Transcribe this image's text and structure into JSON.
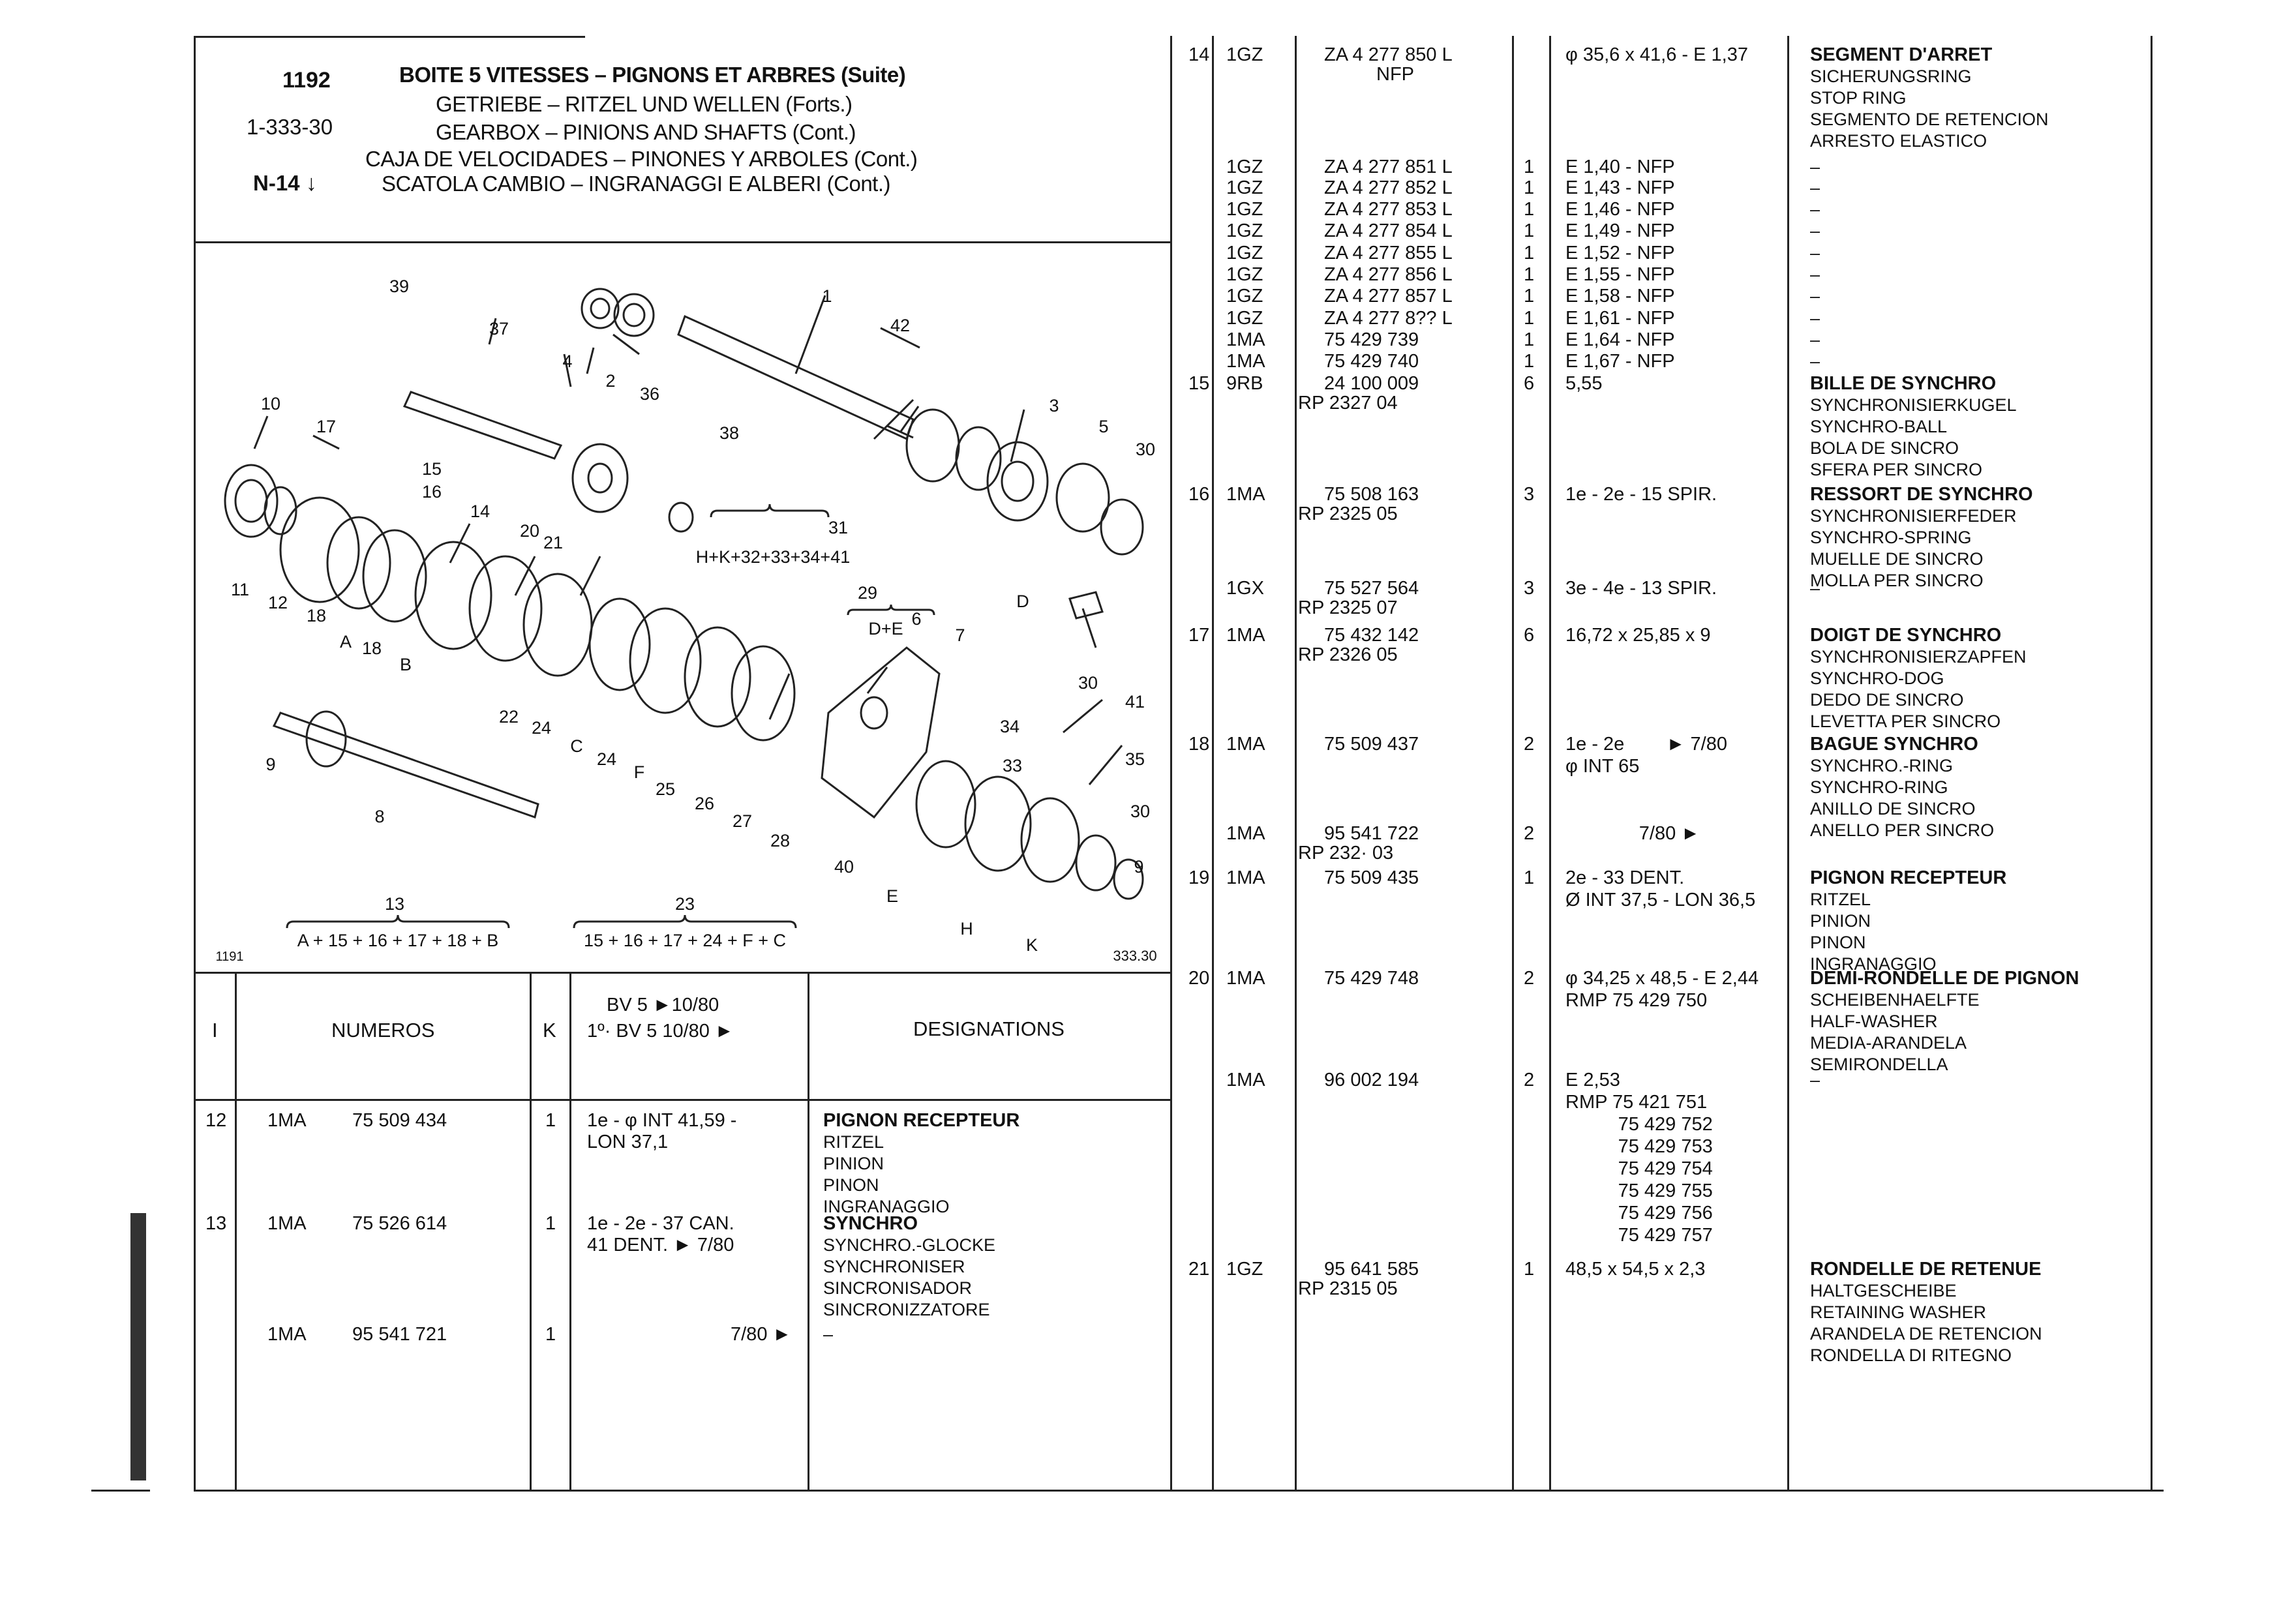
{
  "header": {
    "page_number": "1192",
    "ref": "1-333-30",
    "code": "N-14",
    "titles": [
      "BOITE 5 VITESSES – PIGNONS ET ARBRES (Suite)",
      "GETRIEBE – RITZEL UND WELLEN (Forts.)",
      "GEARBOX – PINIONS AND SHAFTS (Cont.)",
      "CAJA DE VELOCIDADES – PINONES Y ARBOLES (Cont.)",
      "SCATOLA CAMBIO – INGRANAGGI E ALBERI (Cont.)"
    ]
  },
  "diagram": {
    "callouts": [
      "39",
      "37",
      "4",
      "2",
      "1",
      "42",
      "10",
      "17",
      "15",
      "16",
      "36",
      "38",
      "3",
      "5",
      "30",
      "14",
      "20",
      "21",
      "31",
      "11",
      "12",
      "18",
      "A",
      "18",
      "B",
      "22",
      "24",
      "C",
      "24",
      "F",
      "25",
      "26",
      "27",
      "28",
      "29",
      "6",
      "7",
      "D",
      "30",
      "41",
      "34",
      "33",
      "35",
      "30",
      "9",
      "8",
      "9",
      "40",
      "E",
      "H",
      "K"
    ],
    "group_31": "H+K+32+33+34+41",
    "group_29": "D+E",
    "group_13_num": "13",
    "group_13": "A + 15 + 16 + 17 + 18 + B",
    "group_23_num": "23",
    "group_23": "15 + 16 + 17 + 24 + F + C",
    "corner_left": "1191",
    "corner_right": "333.30"
  },
  "table_header": {
    "col_i": "I",
    "col_numeros": "NUMEROS",
    "col_k": "K",
    "col_bv_line1": "BV 5 ►10/80",
    "col_bv_line2": "1º· BV 5 10/80 ►",
    "col_designations": "DESIGNATIONS"
  },
  "left_rows": [
    {
      "i": "12",
      "code": "1MA",
      "num": "75 509 434",
      "k": "1",
      "spec": [
        "1e - φ INT 41,59 -",
        "LON 37,1"
      ],
      "des": [
        "PIGNON RECEPTEUR",
        "RITZEL",
        "PINION",
        "PINON",
        "INGRANAGGIO"
      ]
    },
    {
      "i": "13",
      "code": "1MA",
      "num": "75 526 614",
      "k": "1",
      "spec": [
        "1e - 2e - 37 CAN.",
        "41 DENT.    ► 7/80"
      ],
      "des": [
        "SYNCHRO",
        "SYNCHRO.-GLOCKE",
        "SYNCHRONISER",
        "SINCRONISADOR",
        "SINCRONIZZATORE"
      ]
    },
    {
      "i": "",
      "code": "1MA",
      "num": "95 541 721",
      "k": "1",
      "spec": [
        "7/80 ►"
      ],
      "des": [
        "–"
      ]
    }
  ],
  "right_rows": [
    {
      "i": "14",
      "code": "1GZ",
      "num": [
        "ZA 4 277 850 L",
        "NFP"
      ],
      "k": "",
      "spec": [
        "φ 35,6 x 41,6 - E 1,37"
      ],
      "des": [
        "SEGMENT D'ARRET",
        "SICHERUNGSRING",
        "STOP RING",
        "SEGMENTO DE RETENCION",
        "ARRESTO ELASTICO"
      ]
    },
    {
      "i": "",
      "code": "1GZ",
      "num": [
        "ZA 4 277 851 L"
      ],
      "k": "1",
      "spec": [
        "E 1,40 - NFP"
      ],
      "des": [
        "–"
      ]
    },
    {
      "i": "",
      "code": "1GZ",
      "num": [
        "ZA 4 277 852 L"
      ],
      "k": "1",
      "spec": [
        "E 1,43 - NFP"
      ],
      "des": [
        "–"
      ]
    },
    {
      "i": "",
      "code": "1GZ",
      "num": [
        "ZA 4 277 853 L"
      ],
      "k": "1",
      "spec": [
        "E 1,46 - NFP"
      ],
      "des": [
        "–"
      ]
    },
    {
      "i": "",
      "code": "1GZ",
      "num": [
        "ZA 4 277 854 L"
      ],
      "k": "1",
      "spec": [
        "E 1,49 - NFP"
      ],
      "des": [
        "–"
      ]
    },
    {
      "i": "",
      "code": "1GZ",
      "num": [
        "ZA 4 277 855 L"
      ],
      "k": "1",
      "spec": [
        "E 1,52 - NFP"
      ],
      "des": [
        "–"
      ]
    },
    {
      "i": "",
      "code": "1GZ",
      "num": [
        "ZA 4 277 856 L"
      ],
      "k": "1",
      "spec": [
        "E 1,55 - NFP"
      ],
      "des": [
        "–"
      ]
    },
    {
      "i": "",
      "code": "1GZ",
      "num": [
        "ZA 4 277 857 L"
      ],
      "k": "1",
      "spec": [
        "E 1,58 - NFP"
      ],
      "des": [
        "–"
      ]
    },
    {
      "i": "",
      "code": "1GZ",
      "num": [
        "ZA 4 277 8?? L"
      ],
      "k": "1",
      "spec": [
        "E 1,61 - NFP"
      ],
      "des": [
        "–"
      ]
    },
    {
      "i": "",
      "code": "1MA",
      "num": [
        "75 429 739"
      ],
      "k": "1",
      "spec": [
        "E 1,64 - NFP"
      ],
      "des": [
        "–"
      ]
    },
    {
      "i": "",
      "code": "1MA",
      "num": [
        "75 429 740"
      ],
      "k": "1",
      "spec": [
        "E 1,67 - NFP"
      ],
      "des": [
        "–"
      ]
    },
    {
      "i": "15",
      "code": "9RB",
      "num": [
        "24 100 009",
        "RP 2327 04"
      ],
      "k": "6",
      "spec": [
        "5,55"
      ],
      "des": [
        "BILLE DE SYNCHRO",
        "SYNCHRONISIERKUGEL",
        "SYNCHRO-BALL",
        "BOLA DE SINCRO",
        "SFERA PER SINCRO"
      ]
    },
    {
      "i": "16",
      "code": "1MA",
      "num": [
        "75 508 163",
        "RP 2325 05"
      ],
      "k": "3",
      "spec": [
        "1e - 2e - 15 SPIR."
      ],
      "des": [
        "RESSORT DE SYNCHRO",
        "SYNCHRONISIERFEDER",
        "SYNCHRO-SPRING",
        "MUELLE DE SINCRO",
        "MOLLA PER SINCRO"
      ]
    },
    {
      "i": "",
      "code": "1GX",
      "num": [
        "75 527 564",
        "RP 2325 07"
      ],
      "k": "3",
      "spec": [
        "3e - 4e - 13 SPIR."
      ],
      "des": [
        "–"
      ]
    },
    {
      "i": "17",
      "code": "1MA",
      "num": [
        "75 432 142",
        "RP 2326 05"
      ],
      "k": "6",
      "spec": [
        "16,72 x 25,85 x 9"
      ],
      "des": [
        "DOIGT DE SYNCHRO",
        "SYNCHRONISIERZAPFEN",
        "SYNCHRO-DOG",
        "DEDO DE SINCRO",
        "LEVETTA PER SINCRO"
      ]
    },
    {
      "i": "18",
      "code": "1MA",
      "num": [
        "75 509 437"
      ],
      "k": "2",
      "spec": [
        "1e - 2e        ► 7/80",
        "φ INT 65"
      ],
      "des": [
        "BAGUE SYNCHRO",
        "SYNCHRO.-RING",
        "SYNCHRO-RING",
        "ANILLO DE SINCRO",
        "ANELLO PER SINCRO"
      ]
    },
    {
      "i": "",
      "code": "1MA",
      "num": [
        "95 541 722",
        "RP 232· 03"
      ],
      "k": "2",
      "spec": [
        "              7/80 ►"
      ],
      "des": []
    },
    {
      "i": "19",
      "code": "1MA",
      "num": [
        "75 509 435"
      ],
      "k": "1",
      "spec": [
        "2e - 33 DENT.",
        "Ø INT 37,5 - LON 36,5"
      ],
      "des": [
        "PIGNON RECEPTEUR",
        "RITZEL",
        "PINION",
        "PINON",
        "INGRANAGGIO"
      ]
    },
    {
      "i": "20",
      "code": "1MA",
      "num": [
        "75 429 748"
      ],
      "k": "2",
      "spec": [
        "φ 34,25 x 48,5 - E 2,44",
        "RMP 75 429 750"
      ],
      "des": [
        "DEMI-RONDELLE DE PIGNON",
        "SCHEIBENHAELFTE",
        "HALF-WASHER",
        "MEDIA-ARANDELA",
        "SEMIRONDELLA"
      ]
    },
    {
      "i": "",
      "code": "1MA",
      "num": [
        "96 002 194"
      ],
      "k": "2",
      "spec": [
        "E 2,53",
        "RMP 75 421 751",
        "          75 429 752",
        "          75 429 753",
        "          75 429 754",
        "          75 429 755",
        "          75 429 756",
        "          75 429 757"
      ],
      "des": [
        "–"
      ]
    },
    {
      "i": "21",
      "code": "1GZ",
      "num": [
        "95 641 585",
        "RP 2315 05"
      ],
      "k": "1",
      "spec": [
        "48,5 x 54,5 x 2,3"
      ],
      "des": [
        "RONDELLE DE RETENUE",
        "HALTGESCHEIBE",
        "RETAINING WASHER",
        "ARANDELA DE RETENCION",
        "RONDELLA DI RITEGNO"
      ]
    }
  ]
}
